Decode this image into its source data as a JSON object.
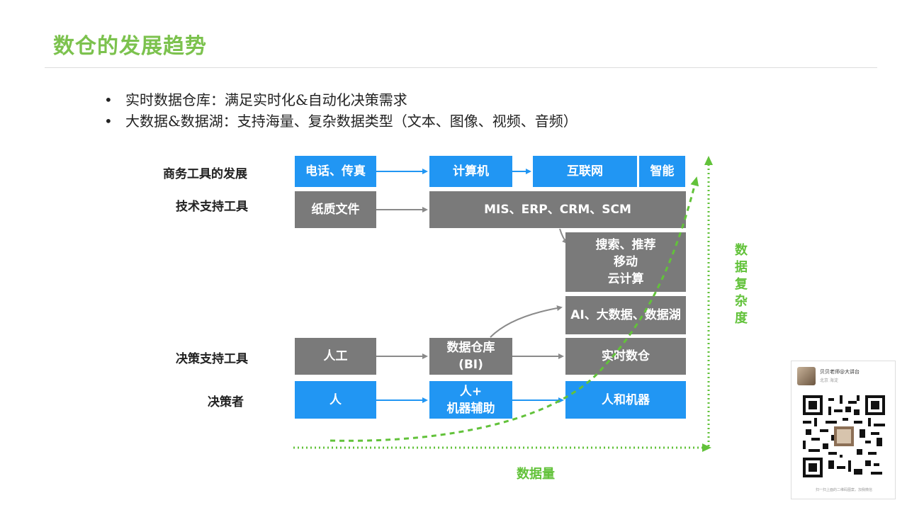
{
  "title": "数仓的发展趋势",
  "bullets": [
    "实时数据仓库：满足实时化&自动化决策需求",
    "大数据&数据湖：支持海量、复杂数据类型（文本、图像、视频、音频）"
  ],
  "bullet_glyph": "•",
  "rows": {
    "business_tools": "商务工具的发展",
    "tech_tools": "技术支持工具",
    "decision_tools": "决策支持工具",
    "decision_maker": "决策者"
  },
  "boxes": {
    "phone_fax": "电话、传真",
    "computer": "计算机",
    "internet": "互联网",
    "smart": "智能",
    "paper_docs": "纸质文件",
    "mis_erp": "MIS、ERP、CRM、SCM",
    "search_mobile_cloud": "搜索、推荐\n移动\n云计算",
    "ai_bigdata": "AI、大数据、数据湖",
    "manual": "人工",
    "data_warehouse": "数据仓库\n(BI)",
    "realtime_dw": "实时数仓",
    "human": "人",
    "human_machine_assist": "人+\n机器辅助",
    "human_and_machine": "人和机器"
  },
  "axes": {
    "y_label": "数据复杂度",
    "x_label": "数据量"
  },
  "colors": {
    "title_green": "#7cc24e",
    "axis_green": "#62c23a",
    "box_blue": "#2196f3",
    "box_gray": "#7a7a7a",
    "arrow_blue": "#2196f3",
    "arrow_gray": "#8a8a8a"
  },
  "qr_card": {
    "name": "贝贝老师@大讲台",
    "location": "北京 海淀",
    "hint": "扫一扫上面的二维码图案，加我微信"
  }
}
